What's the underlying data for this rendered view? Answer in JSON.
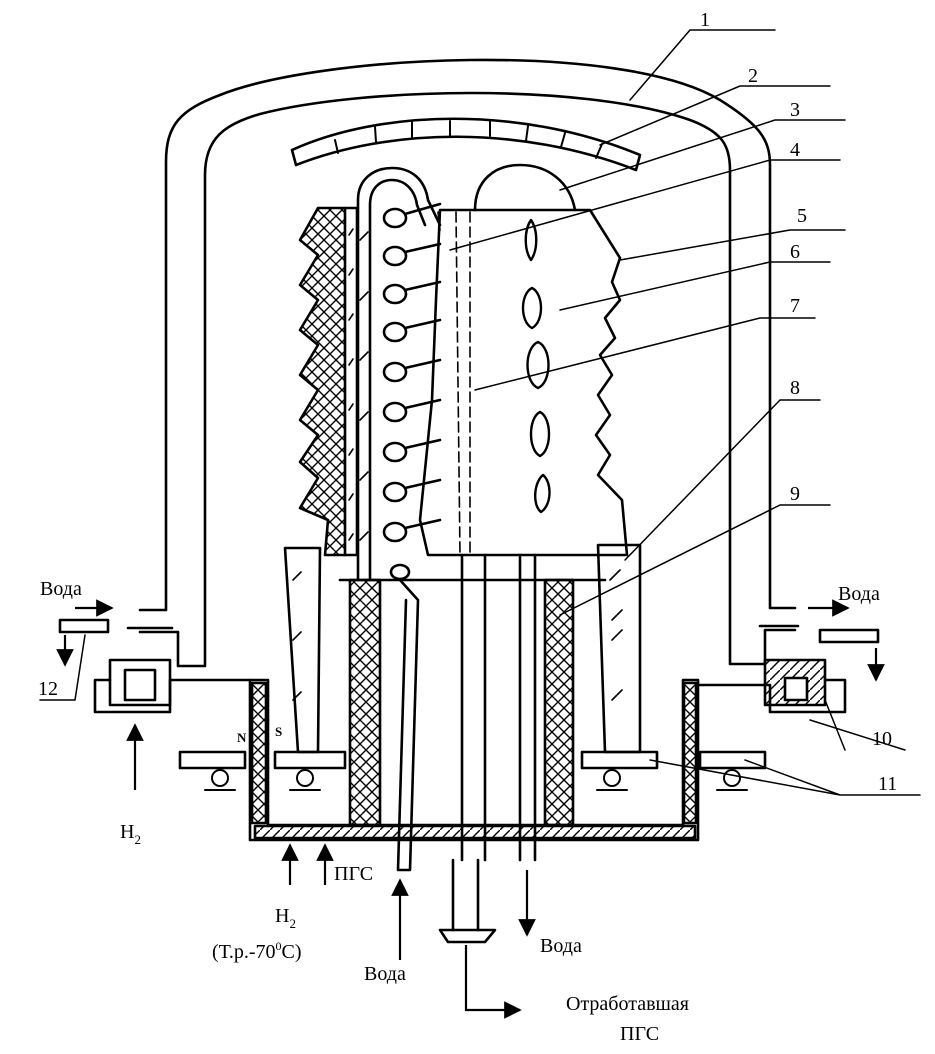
{
  "numbers": [
    "1",
    "2",
    "3",
    "4",
    "5",
    "6",
    "7",
    "8",
    "9",
    "10",
    "11",
    "12"
  ],
  "labels": {
    "water_in_left": "Вода",
    "water_out_right": "Вода",
    "h2_left": "H",
    "h2_left_sub": "2",
    "h2_bottom": "H",
    "h2_bottom_sub": "2",
    "h2_bottom_dew": "(Т.р.-70",
    "h2_bottom_dew_sup": "0",
    "h2_bottom_dew_end": "С)",
    "pgs_in": "ПГС",
    "water_in_bottom": "Вода",
    "water_out_bottom": "Вода",
    "exhaust_line1": "Отработавшая",
    "exhaust_line2": "ПГС",
    "magnet_n": "N",
    "magnet_s": "S"
  }
}
